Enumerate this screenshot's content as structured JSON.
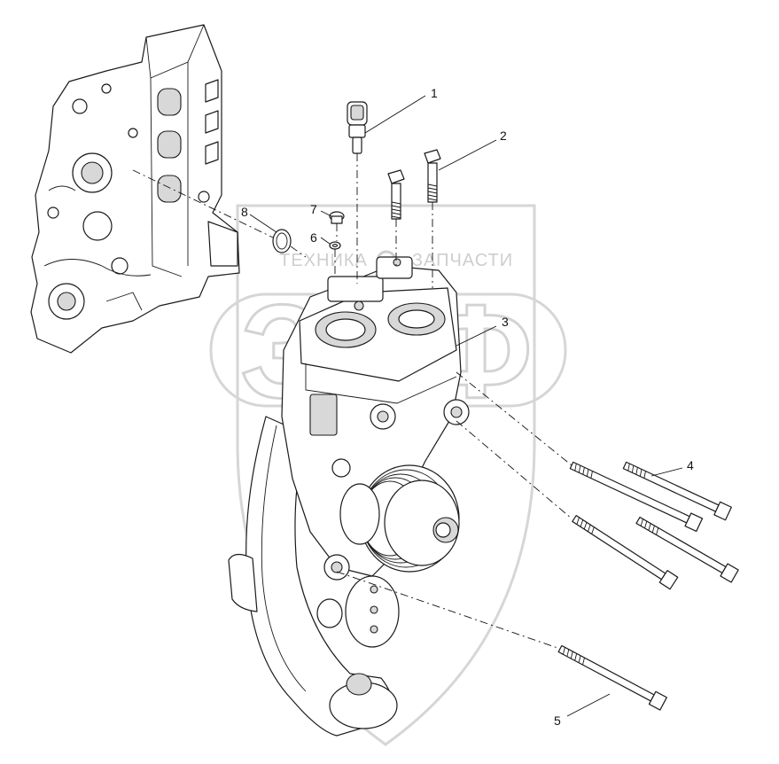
{
  "callouts": [
    {
      "id": "1",
      "label": "1"
    },
    {
      "id": "2",
      "label": "2"
    },
    {
      "id": "3",
      "label": "3"
    },
    {
      "id": "4",
      "label": "4"
    },
    {
      "id": "5",
      "label": "5"
    },
    {
      "id": "6",
      "label": "6"
    },
    {
      "id": "7",
      "label": "7"
    },
    {
      "id": "8",
      "label": "8"
    }
  ],
  "watermark": {
    "brand_left": "ТЕХНИКА",
    "brand_right": "ЗАПЧАСТИ",
    "logo_letters": "ЗПФ"
  }
}
